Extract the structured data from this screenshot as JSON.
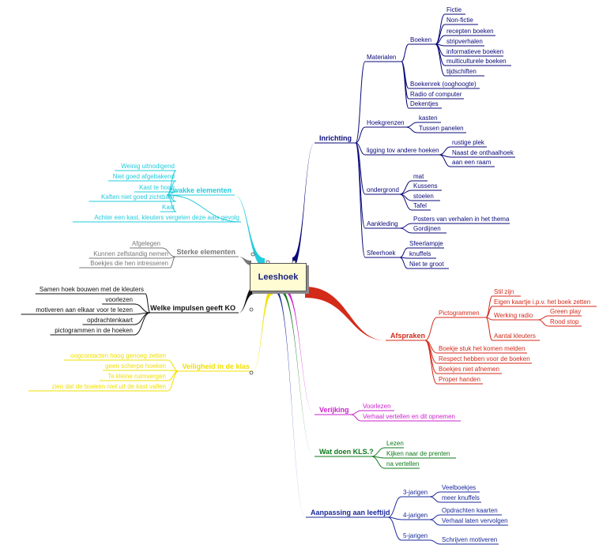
{
  "center": "Leeshoek",
  "branches": [
    {
      "id": "inrichting",
      "label": "Inrichting",
      "color": "#0a0a7a",
      "children": [
        {
          "label": "Materialen",
          "children": [
            {
              "label": "Boeken",
              "children": [
                {
                  "label": "Fictie"
                },
                {
                  "label": "Non-fictie"
                },
                {
                  "label": "recepten boeken"
                },
                {
                  "label": "stripverhalen"
                },
                {
                  "label": "informatieve boeken"
                },
                {
                  "label": "multiculturele boeken"
                },
                {
                  "label": "tijdschiften"
                }
              ]
            },
            {
              "label": "Boekenrek (ooghoogte)"
            },
            {
              "label": "Radio of computer"
            },
            {
              "label": "Dekentjes"
            }
          ]
        },
        {
          "label": "Hoekgrenzen",
          "children": [
            {
              "label": "kasten"
            },
            {
              "label": "Tussen panelen"
            }
          ]
        },
        {
          "label": "ligging tov andere hoeken",
          "children": [
            {
              "label": "rustige plek"
            },
            {
              "label": "Naast de onthaalhoek"
            },
            {
              "label": "aan een raam"
            }
          ]
        },
        {
          "label": "ondergrond",
          "children": [
            {
              "label": "mat"
            },
            {
              "label": "Kussens"
            },
            {
              "label": "stoelen"
            },
            {
              "label": "Tafel"
            }
          ]
        },
        {
          "label": "Aankleding",
          "children": [
            {
              "label": "Posters van verhalen in het thema"
            },
            {
              "label": "Gordijnen"
            }
          ]
        },
        {
          "label": "Sfeerhoek",
          "children": [
            {
              "label": "Sfeerlampje"
            },
            {
              "label": "knuffels"
            },
            {
              "label": "Niet te groot"
            }
          ]
        }
      ]
    },
    {
      "id": "afspraken",
      "label": "Afspraken",
      "color": "#d42a1a",
      "children": [
        {
          "label": "Pictogrammen",
          "children": [
            {
              "label": "Stil zijn"
            },
            {
              "label": "Eigen kaartje i.p.v. het boek zetten"
            },
            {
              "label": "Werking radio",
              "children": [
                {
                  "label": "Green play"
                },
                {
                  "label": "Rood stop"
                }
              ]
            },
            {
              "label": "Aantal kleuters"
            }
          ]
        },
        {
          "label": "Boekje stuk het komen melden"
        },
        {
          "label": "Respect hebben voor de boeken"
        },
        {
          "label": "Boekjes niet afnemen"
        },
        {
          "label": "Proper handen"
        }
      ]
    },
    {
      "id": "verrijking",
      "label": "Verijking",
      "color": "#cc22cc",
      "children": [
        {
          "label": "Voorlezen"
        },
        {
          "label": "Verhaal vertellen en dit opnemen"
        }
      ]
    },
    {
      "id": "watdoen",
      "label": "Wat doen KLS.?",
      "color": "#0d7a1a",
      "children": [
        {
          "label": "Lezen"
        },
        {
          "label": "Kijken naar de prenten"
        },
        {
          "label": "na vertellen"
        }
      ]
    },
    {
      "id": "aanpassing",
      "label": "Aanpassing aan leeftijd",
      "color": "#1a2a9a",
      "children": [
        {
          "label": "3-jarigen",
          "children": [
            {
              "label": "Veelboekjes"
            },
            {
              "label": "meer knuffels"
            }
          ]
        },
        {
          "label": "4-jarigen",
          "children": [
            {
              "label": "Opdrachten kaarten"
            },
            {
              "label": "Verhaal laten vervolgen"
            }
          ]
        },
        {
          "label": "5-jarigen",
          "children": [
            {
              "label": "Schrijven motiveren"
            }
          ]
        }
      ]
    },
    {
      "id": "zwakke",
      "label": "Zwakke elementen",
      "color": "#22ccdd",
      "children": [
        {
          "label": "Weinig uitnodigend"
        },
        {
          "label": "Niet goed afgebakend"
        },
        {
          "label": "Kast te hoog"
        },
        {
          "label": "Kaften niet goed zichtbaar"
        },
        {
          "label": "Kast"
        },
        {
          "label": "Achter een kast, kleuters vergeten deze aals gevolg"
        }
      ]
    },
    {
      "id": "sterke",
      "label": "Sterke elementen",
      "color": "#777777",
      "children": [
        {
          "label": "Afgelegen"
        },
        {
          "label": "Kunnen zelfstandig nemen"
        },
        {
          "label": "Boekjes die hen intresseren"
        }
      ]
    },
    {
      "id": "impulsen",
      "label": "Welke impulsen geeft KO",
      "color": "#111111",
      "children": [
        {
          "label": "Samen hoek bouwen met de kleuters"
        },
        {
          "label": "voorlezen"
        },
        {
          "label": "motiveren aan elkaar voor te lezen"
        },
        {
          "label": "opdrachtenkaart"
        },
        {
          "label": "pictogrammen in de hoeken"
        }
      ]
    },
    {
      "id": "veiligheid",
      "label": "Veiligheid in de klas",
      "color": "#f2e000",
      "children": [
        {
          "label": "oogcontacten hoog genoeg zetten"
        },
        {
          "label": "geen scherpe hoeken"
        },
        {
          "label": "Te kleine ruimvergen"
        },
        {
          "label": "zien dat de boeken niet uit de kast vallen"
        }
      ]
    }
  ]
}
